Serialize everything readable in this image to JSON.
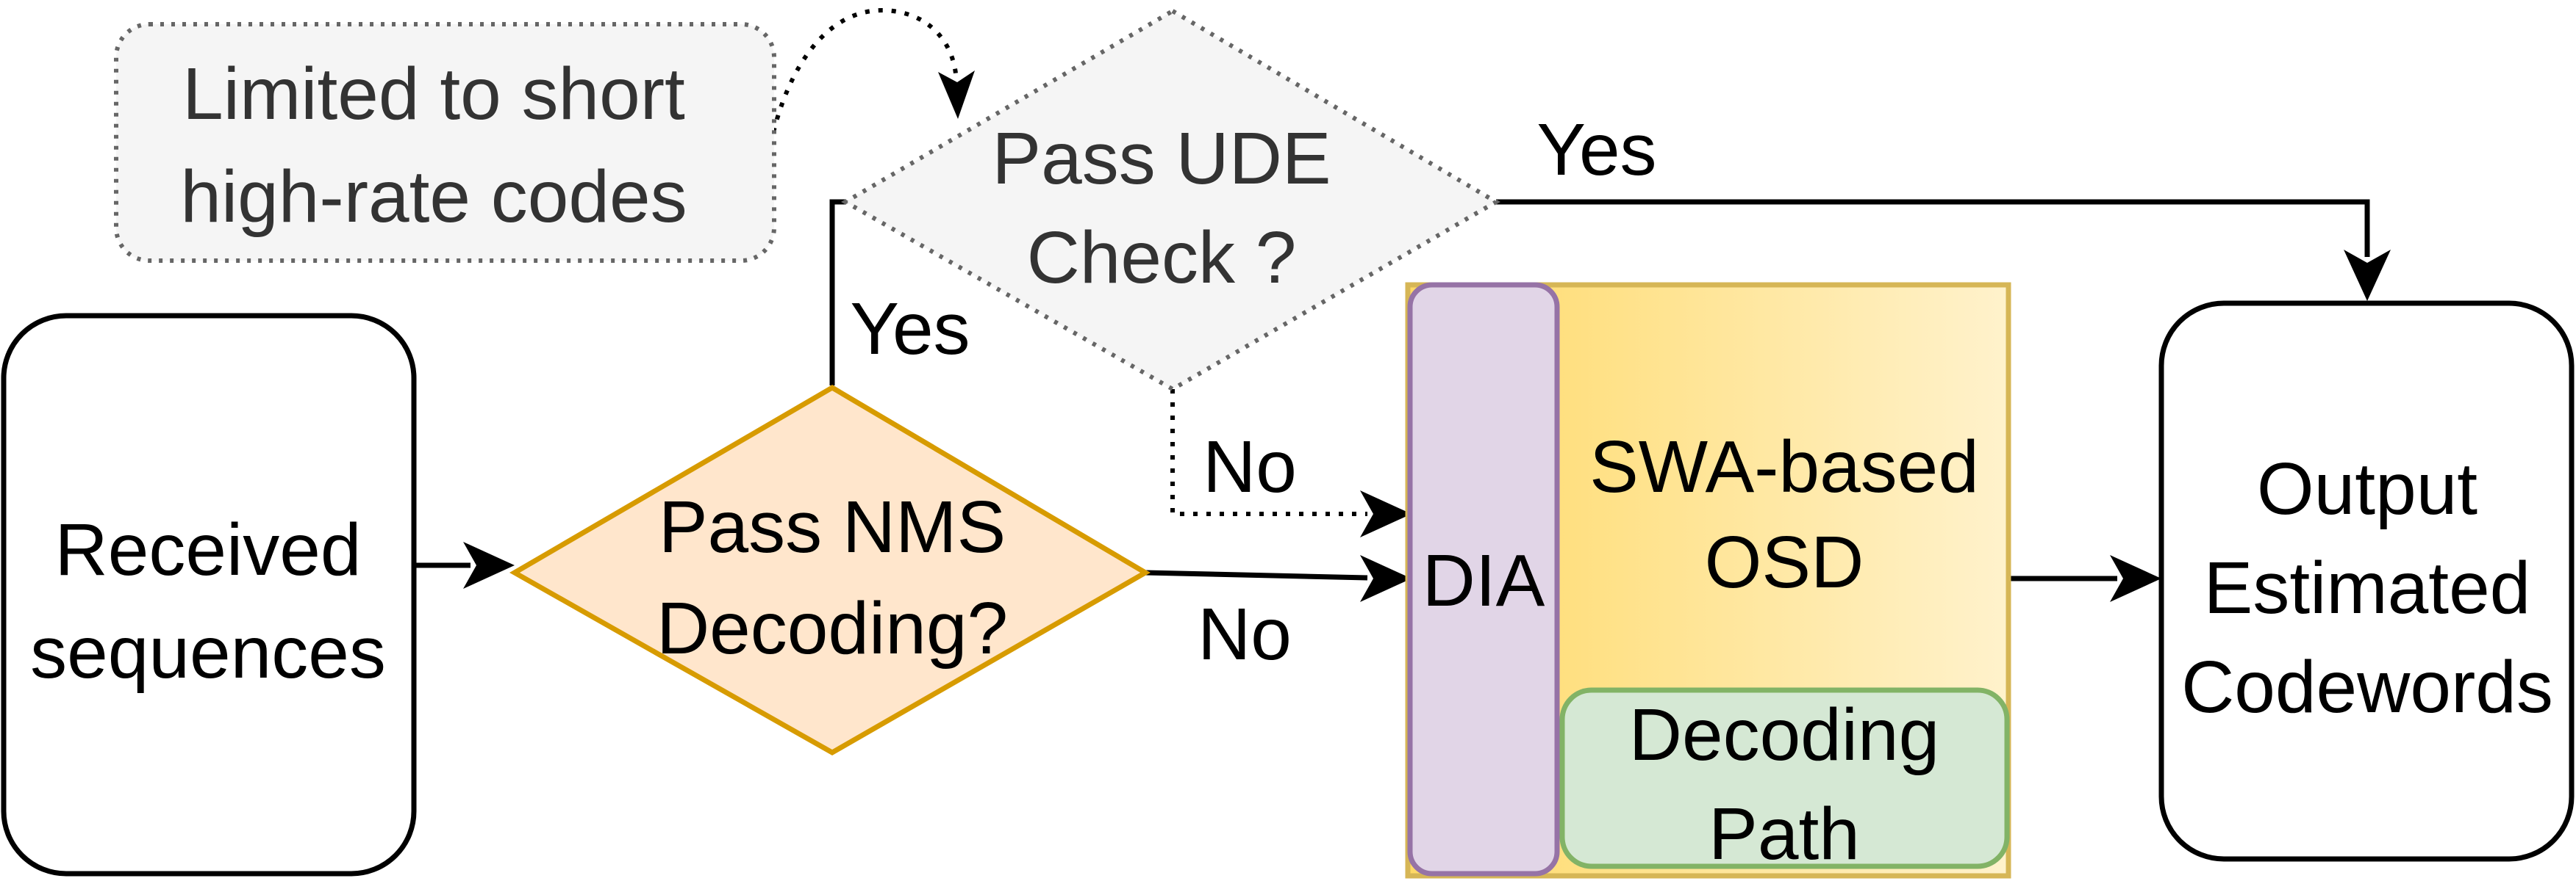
{
  "nodes": {
    "received": {
      "line1": "Received",
      "line2": "sequences"
    },
    "nms": {
      "line1": "Pass NMS",
      "line2": "Decoding?"
    },
    "ude": {
      "line1": "Pass UDE",
      "line2": "Check ?"
    },
    "limited_note": {
      "line1": "Limited to short",
      "line2": "high-rate codes"
    },
    "dia": {
      "label": "DIA"
    },
    "swa_osd": {
      "line1": "SWA-based",
      "line2": "OSD"
    },
    "decoding_path": {
      "line1": "Decoding",
      "line2": "Path"
    },
    "output": {
      "line1": "Output",
      "line2": "Estimated",
      "line3": "Codewords"
    }
  },
  "edges": {
    "nms_yes": "Yes",
    "nms_no": "No",
    "ude_yes": "Yes",
    "ude_no": "No"
  },
  "colors": {
    "stroke": "#000000",
    "nms_fill": "#ffe6cc",
    "nms_stroke": "#d79b00",
    "ude_fill": "#f5f5f5",
    "ude_stroke": "#666666",
    "osd_fill_start": "#ffd966",
    "osd_fill_end": "#fff2cc",
    "osd_stroke": "#d6b656",
    "dia_fill": "#e1d5e7",
    "dia_stroke": "#9673a6",
    "path_fill": "#d5e8d4",
    "path_stroke": "#82b366"
  }
}
